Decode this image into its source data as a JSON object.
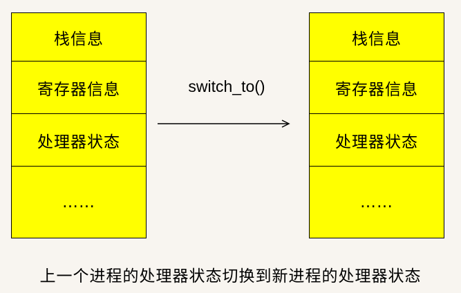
{
  "left_stack": {
    "cells": [
      "栈信息",
      "寄存器信息",
      "处理器状态",
      "……"
    ]
  },
  "right_stack": {
    "cells": [
      "栈信息",
      "寄存器信息",
      "处理器状态",
      "……"
    ]
  },
  "arrow_label": "switch_to()",
  "caption": "上一个进程的处理器状态切换到新进程的处理器状态",
  "colors": {
    "cell_fill": "#ffff00",
    "border": "#000000",
    "background": "#f8f5f0"
  }
}
